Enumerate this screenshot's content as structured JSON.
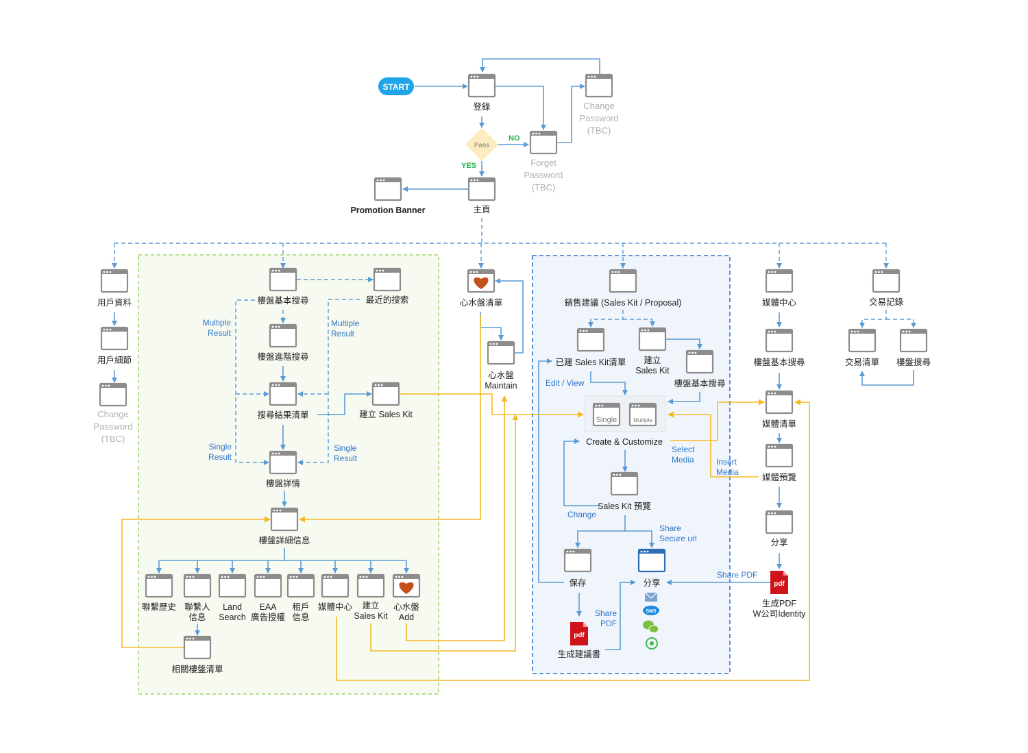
{
  "start": {
    "label": "START"
  },
  "decision": {
    "label": "Pass",
    "yes": "YES",
    "no": "NO"
  },
  "colors": {
    "blue": "#5b9bd5",
    "yellow": "#f7b924",
    "start": "#1fa5e8",
    "heart": "#c4501a",
    "pdf": "#d0121b",
    "green_group": "#8ccd4a",
    "blue_group": "#2e75c7"
  },
  "nodes": [
    {
      "id": "login",
      "label": [
        "登錄"
      ]
    },
    {
      "id": "change_pw_top",
      "label": [
        "Change",
        "Password",
        "(TBC)"
      ],
      "style": "disabled"
    },
    {
      "id": "forget_pw",
      "label": [
        "Forget",
        "Password",
        "(TBC)"
      ],
      "style": "disabled"
    },
    {
      "id": "home",
      "label": [
        "主頁"
      ]
    },
    {
      "id": "promo",
      "label": [
        "Promotion Banner"
      ],
      "style": "bold"
    },
    {
      "id": "user_profile",
      "label": [
        "用戶資料"
      ]
    },
    {
      "id": "user_detail",
      "label": [
        "用戶細節"
      ]
    },
    {
      "id": "change_pw_left",
      "label": [
        "Change",
        "Password",
        "(TBC)"
      ],
      "style": "disabled"
    },
    {
      "id": "basic_search",
      "label": [
        "樓盤基本搜尋"
      ]
    },
    {
      "id": "recent_search",
      "label": [
        "最近的搜索"
      ]
    },
    {
      "id": "adv_search",
      "label": [
        "樓盤進階搜尋"
      ]
    },
    {
      "id": "results",
      "label": [
        "搜尋結果清單"
      ]
    },
    {
      "id": "create_sk1",
      "label": [
        "建立 Sales Kit"
      ]
    },
    {
      "id": "prop_detail",
      "label": [
        "樓盤詳情"
      ]
    },
    {
      "id": "prop_full",
      "label": [
        "樓盤詳細信息"
      ]
    },
    {
      "id": "c_history",
      "label": [
        "聯繫歷史"
      ]
    },
    {
      "id": "c_contact",
      "label": [
        "聯繫人",
        "信息"
      ]
    },
    {
      "id": "c_land",
      "label": [
        "Land",
        "Search"
      ]
    },
    {
      "id": "c_eaa",
      "label": [
        "EAA",
        "廣告授權"
      ]
    },
    {
      "id": "c_tenant",
      "label": [
        "租戶",
        "信息"
      ]
    },
    {
      "id": "c_media",
      "label": [
        "媒體中心"
      ]
    },
    {
      "id": "c_salekit",
      "label": [
        "建立",
        "Sales Kit"
      ]
    },
    {
      "id": "c_fav",
      "label": [
        "心水盤",
        "Add"
      ],
      "style": "heart"
    },
    {
      "id": "related",
      "label": [
        "相關樓盤清單"
      ]
    },
    {
      "id": "fav_list",
      "label": [
        "心水盤清單"
      ],
      "style": "heart"
    },
    {
      "id": "fav_maintain",
      "label": [
        "心水盤",
        "Maintain"
      ]
    },
    {
      "id": "sales_kit",
      "label": [
        "銷售建議 (Sales Kit / Proposal)"
      ]
    },
    {
      "id": "built_list",
      "label": [
        "已建 Sales Kit清單"
      ]
    },
    {
      "id": "create_sk2",
      "label": [
        "建立",
        "Sales Kit"
      ]
    },
    {
      "id": "basic_search2",
      "label": [
        "樓盤基本搜尋"
      ]
    },
    {
      "id": "preview",
      "label": [
        "Sales Kit 預覽"
      ]
    },
    {
      "id": "save",
      "label": [
        "保存"
      ]
    },
    {
      "id": "share",
      "label": [
        "分享"
      ],
      "style": "active"
    },
    {
      "id": "media_center",
      "label": [
        "媒體中心"
      ]
    },
    {
      "id": "basic_search3",
      "label": [
        "樓盤基本搜尋"
      ]
    },
    {
      "id": "media_list",
      "label": [
        "媒體清單"
      ]
    },
    {
      "id": "media_preview",
      "label": [
        "媒體預覽"
      ]
    },
    {
      "id": "share2",
      "label": [
        "分享"
      ]
    },
    {
      "id": "transactions",
      "label": [
        "交易記錄"
      ]
    },
    {
      "id": "tx_list",
      "label": [
        "交易清單"
      ]
    },
    {
      "id": "prop_search",
      "label": [
        "樓盤搜尋"
      ]
    }
  ],
  "create_customize": {
    "label": "Create & Customize",
    "single": "Single",
    "multiple": "Multiple"
  },
  "pdfs": [
    {
      "id": "pdf_proposal",
      "icon": "pdf",
      "label": [
        "生成建議書"
      ]
    },
    {
      "id": "pdf_identity",
      "icon": "pdf",
      "label": [
        "生成PDF",
        "W公司Identity"
      ]
    }
  ],
  "share_channels": [
    {
      "icon": "email-icon"
    },
    {
      "icon": "sms-icon",
      "text": "SMS"
    },
    {
      "icon": "wechat-icon"
    },
    {
      "icon": "whatsapp-icon"
    }
  ],
  "edge_labels": {
    "multi_left": [
      "Multiple",
      "Result"
    ],
    "multi_right": [
      "Multiple",
      "Result"
    ],
    "single_left": [
      "Single",
      "Result"
    ],
    "single_right": [
      "Single",
      "Result"
    ],
    "edit_view": [
      "Edit / View"
    ],
    "select_media": [
      "Select",
      "Media"
    ],
    "insert_media": [
      "Insert",
      "Media"
    ],
    "change": [
      "Change"
    ],
    "share_url": [
      "Share",
      "Secure url"
    ],
    "share_pdf_right": [
      "Share PDF"
    ],
    "share_pdf_left": [
      "Share",
      "PDF"
    ]
  }
}
